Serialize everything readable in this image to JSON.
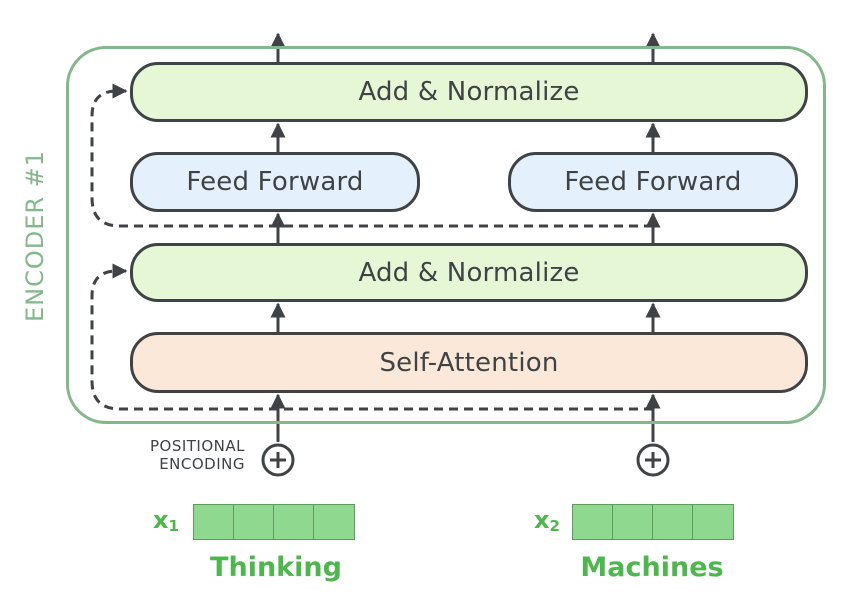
{
  "encoder": {
    "label": "ENCODER #1"
  },
  "layers": {
    "add_norm_top": "Add & Normalize",
    "ff_left": "Feed Forward",
    "ff_right": "Feed Forward",
    "add_norm_bottom": "Add & Normalize",
    "self_attention": "Self-Attention"
  },
  "positional": {
    "line1": "POSITIONAL",
    "line2": "ENCODING"
  },
  "inputs": [
    {
      "var": "x",
      "sub": "1",
      "word": "Thinking",
      "cells": 4
    },
    {
      "var": "x",
      "sub": "2",
      "word": "Machines",
      "cells": 4
    }
  ],
  "colors": {
    "encoder_border": "#82b88a",
    "norm_fill": "#e6f7d6",
    "ff_fill": "#e4f0fb",
    "sa_fill": "#fbe8d8",
    "stroke": "#3f4346",
    "input_green": "#4cb84c",
    "vector_fill": "#8fd88f"
  }
}
